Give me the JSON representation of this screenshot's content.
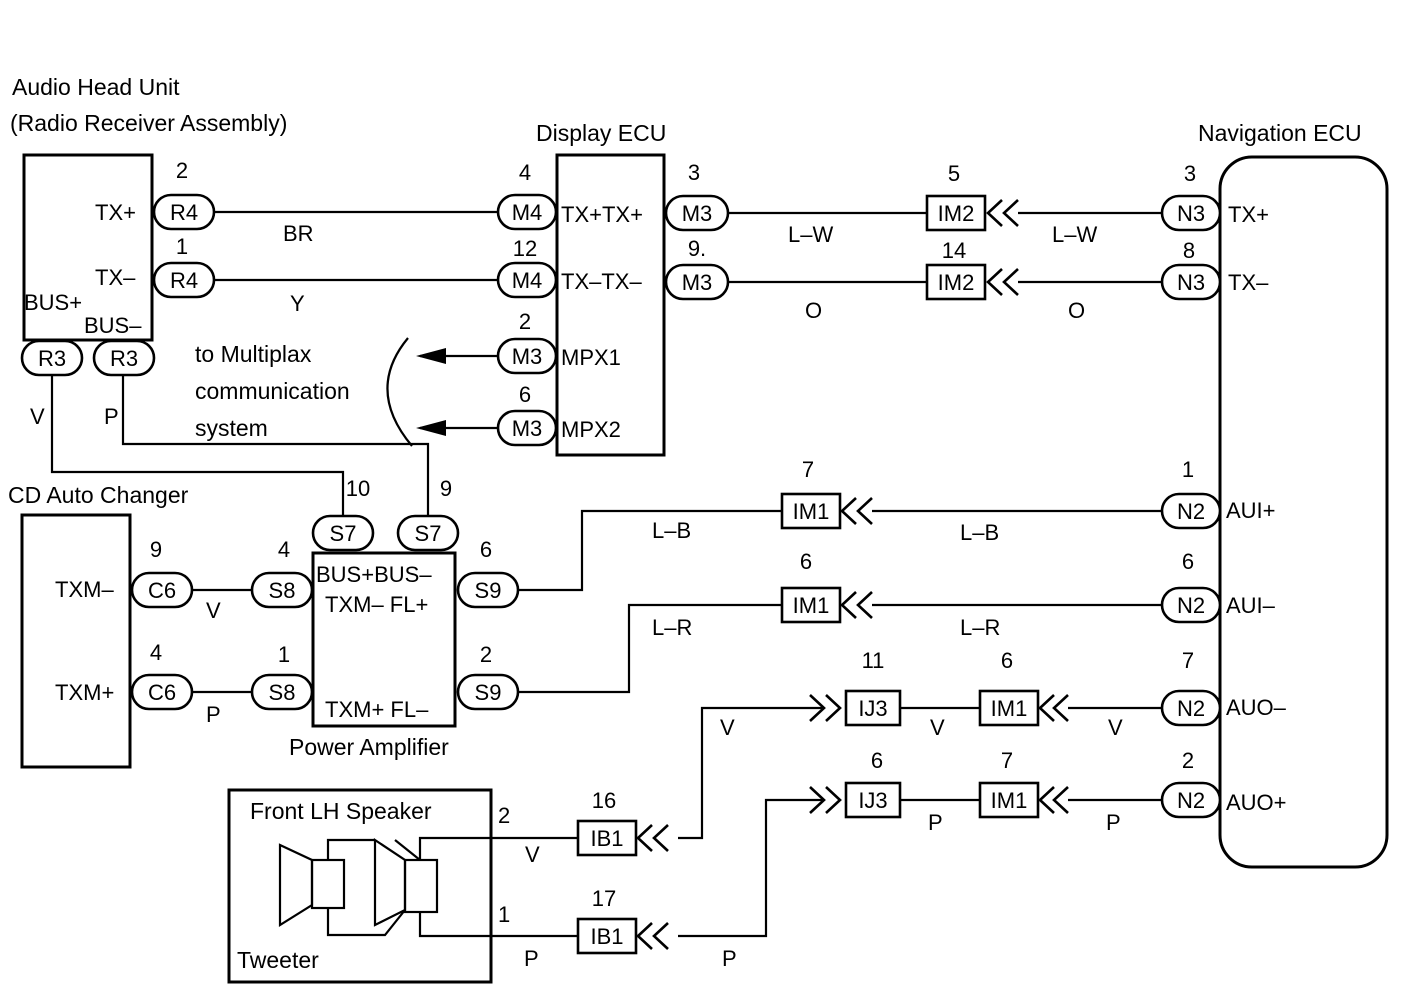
{
  "components": {
    "head_unit": {
      "title_line1": "Audio Head Unit",
      "title_line2": "(Radio Receiver Assembly)",
      "tx_plus": "TX+",
      "tx_minus": "TX–",
      "bus_plus": "BUS+",
      "bus_minus": "BUS–"
    },
    "display_ecu": {
      "title": "Display ECU",
      "tx_plus_pair": "TX+TX+",
      "tx_minus_pair": "TX–TX–",
      "mpx1": "MPX1",
      "mpx2": "MPX2"
    },
    "navigation_ecu": {
      "title": "Navigation ECU",
      "tx_plus": "TX+",
      "tx_minus": "TX–",
      "aui_plus": "AUI+",
      "aui_minus": "AUI–",
      "auo_minus": "AUO–",
      "auo_plus": "AUO+"
    },
    "cd_changer": {
      "title": "CD Auto Changer",
      "txm_minus": "TXM–",
      "txm_plus": "TXM+"
    },
    "power_amp": {
      "title": "Power Amplifier",
      "bus_pair": "BUS+BUS–",
      "txm_minus_flp": "TXM– FL+",
      "txm_plus_flm": "TXM+ FL–"
    },
    "speaker": {
      "title": "Front LH Speaker",
      "tweeter": "Tweeter"
    },
    "multiplex_note": {
      "line1": "to Multiplax",
      "line2": "communication",
      "line3": "system"
    }
  },
  "connectors": {
    "R4a": {
      "label": "R4",
      "pin": "2"
    },
    "R4b": {
      "label": "R4",
      "pin": "1"
    },
    "R3a": {
      "label": "R3"
    },
    "R3b": {
      "label": "R3"
    },
    "M4a": {
      "label": "M4",
      "pin": "4"
    },
    "M4b": {
      "label": "M4",
      "pin": "12"
    },
    "M3mpx1": {
      "label": "M3",
      "pin": "2"
    },
    "M3mpx2": {
      "label": "M3",
      "pin": "6"
    },
    "M3a": {
      "label": "M3",
      "pin": "3"
    },
    "M3b": {
      "label": "M3",
      "pin": "9."
    },
    "IM2a": {
      "label": "IM2",
      "pin": "5"
    },
    "IM2b": {
      "label": "IM2",
      "pin": "14"
    },
    "N3a": {
      "label": "N3",
      "pin": "3"
    },
    "N3b": {
      "label": "N3",
      "pin": "8"
    },
    "S7a": {
      "label": "S7",
      "pin": "10"
    },
    "S7b": {
      "label": "S7",
      "pin": "9"
    },
    "C6a": {
      "label": "C6",
      "pin": "9"
    },
    "C6b": {
      "label": "C6",
      "pin": "4"
    },
    "S8a": {
      "label": "S8",
      "pin": "4"
    },
    "S8b": {
      "label": "S8",
      "pin": "1"
    },
    "S9a": {
      "label": "S9",
      "pin": "6"
    },
    "S9b": {
      "label": "S9",
      "pin": "2"
    },
    "IM1a": {
      "label": "IM1",
      "pin": "7"
    },
    "IM1b": {
      "label": "IM1",
      "pin": "6"
    },
    "IM1c": {
      "label": "IM1",
      "pin": "6"
    },
    "IM1d": {
      "label": "IM1",
      "pin": "7"
    },
    "N2a": {
      "label": "N2",
      "pin": "1"
    },
    "N2b": {
      "label": "N2",
      "pin": "6"
    },
    "N2c": {
      "label": "N2",
      "pin": "7"
    },
    "N2d": {
      "label": "N2",
      "pin": "2"
    },
    "IJ3a": {
      "label": "IJ3",
      "pin": "11"
    },
    "IJ3b": {
      "label": "IJ3",
      "pin": "6"
    },
    "IB1a": {
      "label": "IB1",
      "pin": "16"
    },
    "IB1b": {
      "label": "IB1",
      "pin": "17"
    }
  },
  "speaker_pins": {
    "p2": "2",
    "p1": "1"
  },
  "wires": {
    "br": "BR",
    "y": "Y",
    "lw1": "L–W",
    "lw2": "L–W",
    "o1": "O",
    "o2": "O",
    "v_r3": "V",
    "p_r3": "P",
    "lb1": "L–B",
    "lb2": "L–B",
    "lr1": "L–R",
    "lr2": "L–R",
    "v_cd": "V",
    "p_cd": "P",
    "v_auo1": "V",
    "v_auo2": "V",
    "v_auo3": "V",
    "p_auo1": "P",
    "p_auo2": "P",
    "v_spk": "V",
    "p_spk1": "P",
    "p_spk2": "P"
  }
}
